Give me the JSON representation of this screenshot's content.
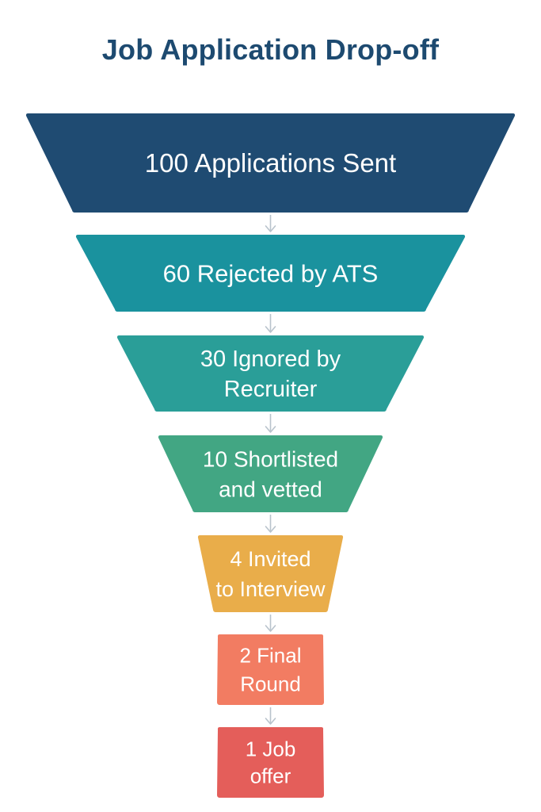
{
  "chart_data": {
    "type": "funnel",
    "title": "Job Application Drop-off",
    "stages": [
      {
        "value": 100,
        "label_lines": [
          "100 Applications Sent"
        ],
        "color": "#1f4b72"
      },
      {
        "value": 60,
        "label_lines": [
          "60 Rejected by ATS"
        ],
        "color": "#1a929e"
      },
      {
        "value": 30,
        "label_lines": [
          "30 Ignored by",
          "Recruiter"
        ],
        "color": "#2a9e98"
      },
      {
        "value": 10,
        "label_lines": [
          "10 Shortlisted",
          "and vetted"
        ],
        "color": "#42a683"
      },
      {
        "value": 4,
        "label_lines": [
          "4 Invited",
          "to Interview"
        ],
        "color": "#e9ad4a"
      },
      {
        "value": 2,
        "label_lines": [
          "2 Final",
          "Round"
        ],
        "color": "#f27c62"
      },
      {
        "value": 1,
        "label_lines": [
          "1 Job",
          "offer"
        ],
        "color": "#e45e5a"
      }
    ],
    "connector": {
      "icon": "arrow-down-icon",
      "color": "#b9c3cc"
    },
    "title_color": "#1d4a70"
  }
}
